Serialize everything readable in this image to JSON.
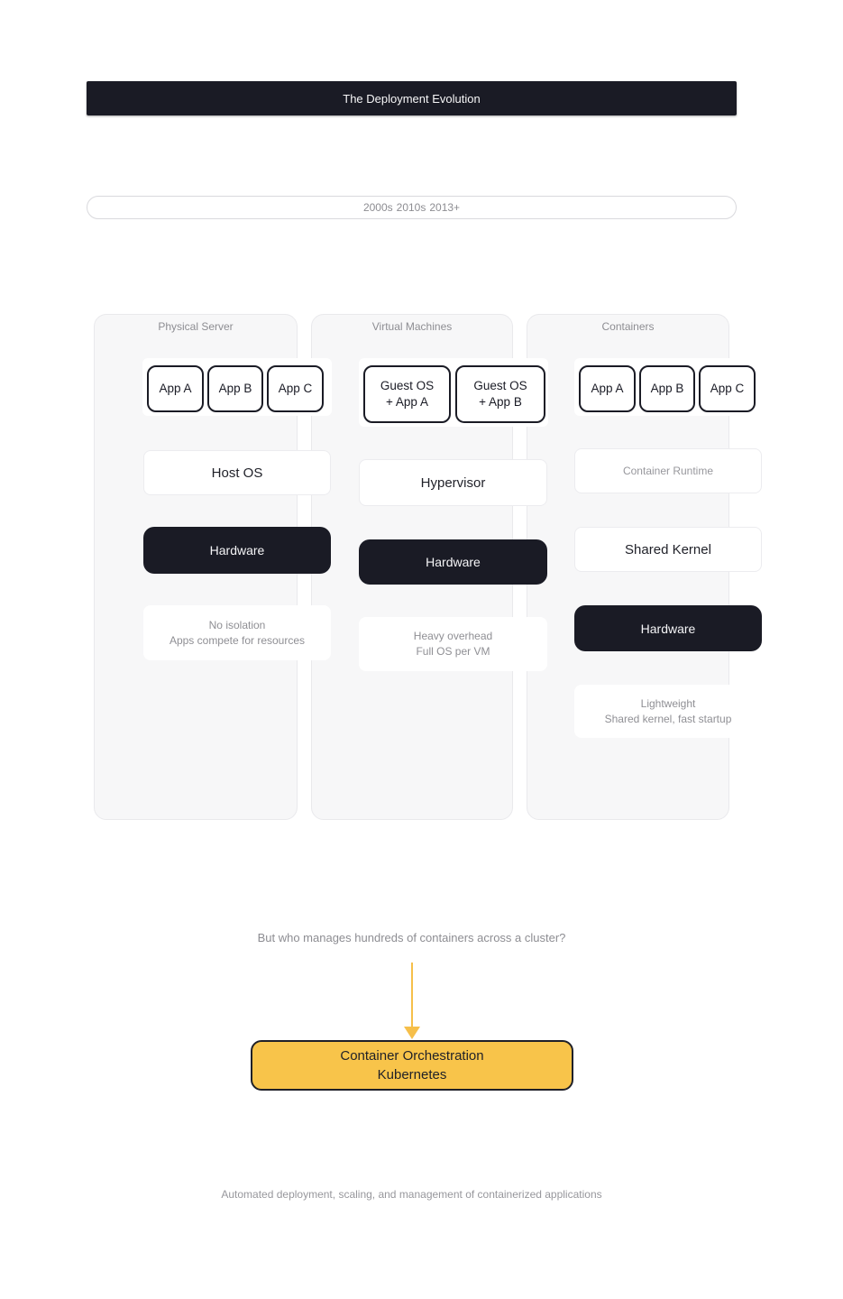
{
  "banner": {
    "title": "The Deployment Evolution"
  },
  "timeline": {
    "eras": [
      "2000s",
      "2010s",
      "2013+"
    ]
  },
  "columns": [
    {
      "title": "Physical Server",
      "apps": [
        "App A",
        "App B",
        "App C"
      ],
      "layers": {
        "os": "Host OS",
        "hardware": "Hardware"
      },
      "caption": "No isolation\nApps compete for resources"
    },
    {
      "title": "Virtual Machines",
      "apps": [
        "Guest OS\n+ App A",
        "Guest OS\n+ App B"
      ],
      "layers": {
        "hypervisor": "Hypervisor",
        "hardware": "Hardware"
      },
      "caption": "Heavy overhead\nFull OS per VM"
    },
    {
      "title": "Containers",
      "apps": [
        "App A",
        "App B",
        "App C"
      ],
      "layers": {
        "runtime": "Container Runtime",
        "kernel": "Shared Kernel",
        "hardware": "Hardware"
      },
      "caption": "Lightweight\nShared kernel, fast startup"
    }
  ],
  "orchestration": {
    "question": "But who manages hundreds of containers across a cluster?",
    "box": "Container Orchestration\nKubernetes",
    "caption": "Automated deployment, scaling, and management of containerized applications"
  },
  "colors": {
    "dark": "#1a1b25",
    "column_bg": "#f7f7f8",
    "accent_yellow": "#f8c44a",
    "arrow_yellow": "#f6bf4a",
    "muted_text": "#8d8d92"
  }
}
